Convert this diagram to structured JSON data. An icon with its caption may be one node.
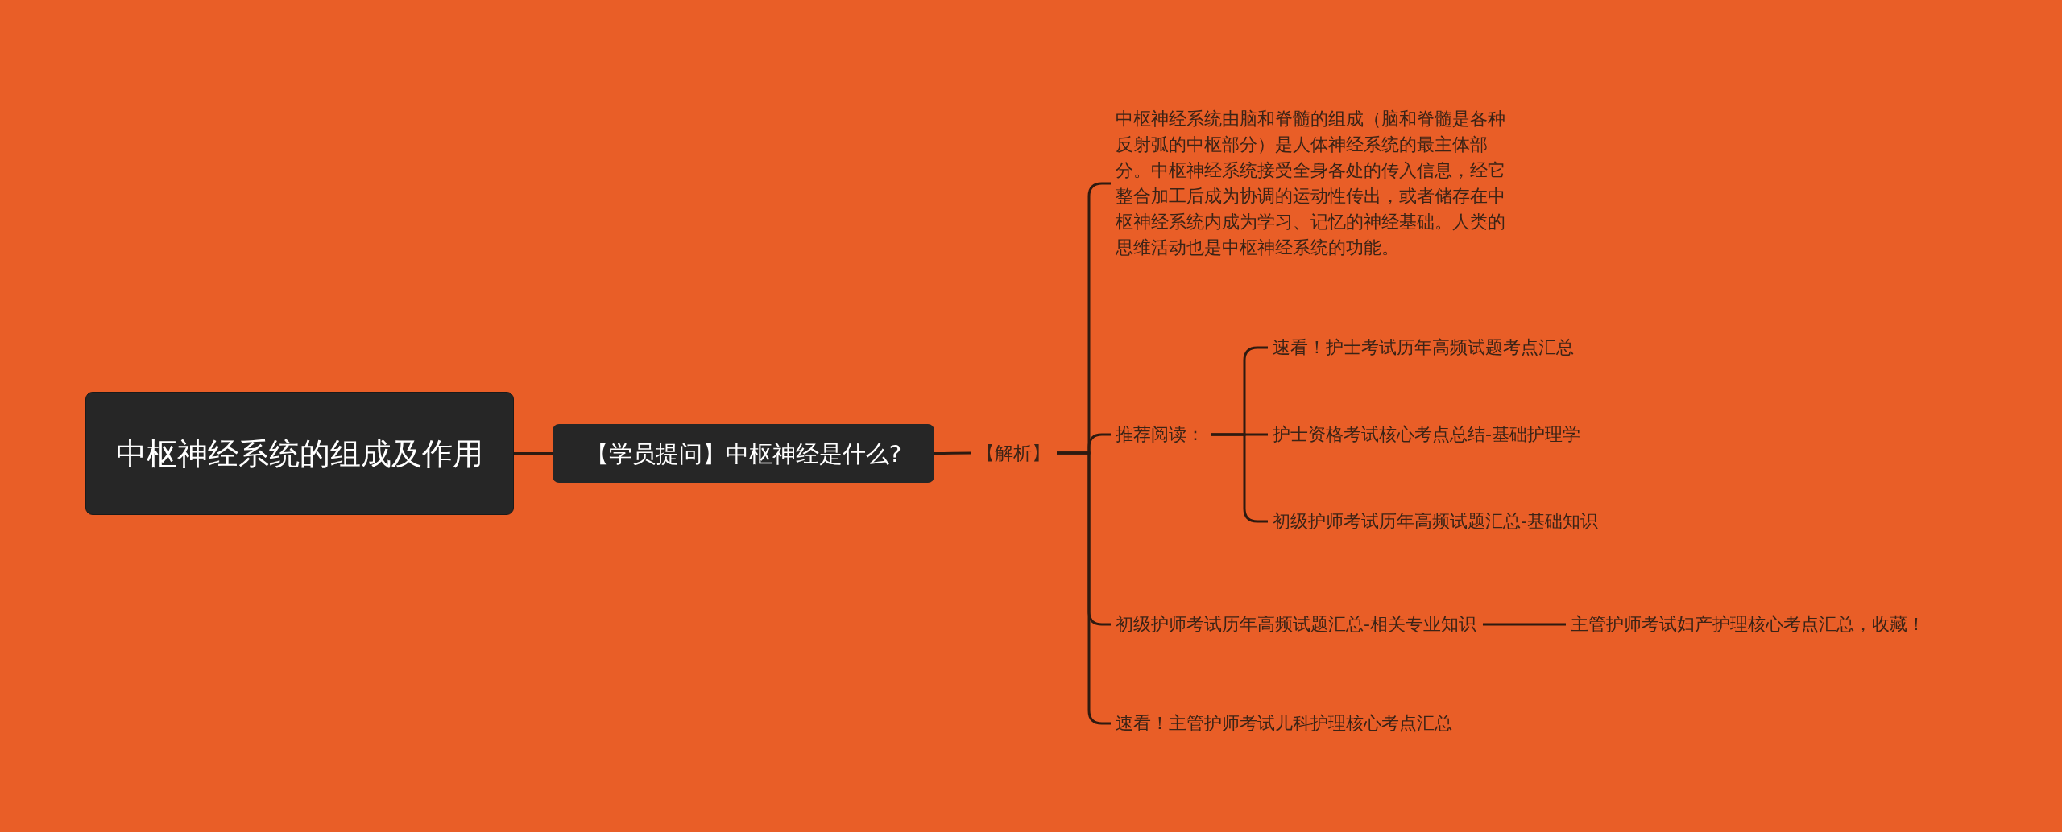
{
  "diagram": {
    "nodes": [
      {
        "text": [
          "中枢神经系统的组成及作用"
        ]
      },
      {
        "text": [
          "【学员提问】中枢神经是什么?"
        ]
      },
      {
        "text": [
          "【解析】"
        ]
      },
      {
        "text": [
          "中枢神经系统由脑和脊髓的组成（脑和脊髓是各种反射弧的中枢部分）是人体神经系统的最主体部分。中枢神经系统接受全身各处的传入信息，经它整合加工后成为协调的运动性传出，或者储存在中枢神经系统内成为学习、记忆的神经基础。人类的思维活动也是中枢神经系统的功能。"
        ]
      },
      {
        "text": [
          "推荐阅读："
        ]
      },
      {
        "text": [
          "速看！护士考试历年高频试题考点汇总"
        ]
      },
      {
        "text": [
          "护士资格考试核心考点总结-基础护理学"
        ]
      },
      {
        "text": [
          "初级护师考试历年高频试题汇总-基础知识"
        ]
      },
      {
        "text": [
          "初级护师考试历年高频试题汇总-相关专业知识"
        ]
      },
      {
        "text": [
          "主管护师考试妇产护理核心考点汇总，收藏！"
        ]
      },
      {
        "text": [
          "速看！主管护师考试儿科护理核心考点汇总"
        ]
      }
    ],
    "edges": [
      {
        "from": 0,
        "to": 1,
        "arrow": "none"
      },
      {
        "from": 1,
        "to": 2,
        "arrow": "none"
      },
      {
        "from": 2,
        "to": 3,
        "arrow": "none"
      },
      {
        "from": 2,
        "to": 4,
        "arrow": "none"
      },
      {
        "from": 4,
        "to": 5,
        "arrow": "none"
      },
      {
        "from": 4,
        "to": 6,
        "arrow": "none"
      },
      {
        "from": 4,
        "to": 7,
        "arrow": "none"
      },
      {
        "from": 2,
        "to": 8,
        "arrow": "none"
      },
      {
        "from": 8,
        "to": 9,
        "arrow": "none"
      },
      {
        "from": 2,
        "to": 10,
        "arrow": "none"
      }
    ]
  }
}
